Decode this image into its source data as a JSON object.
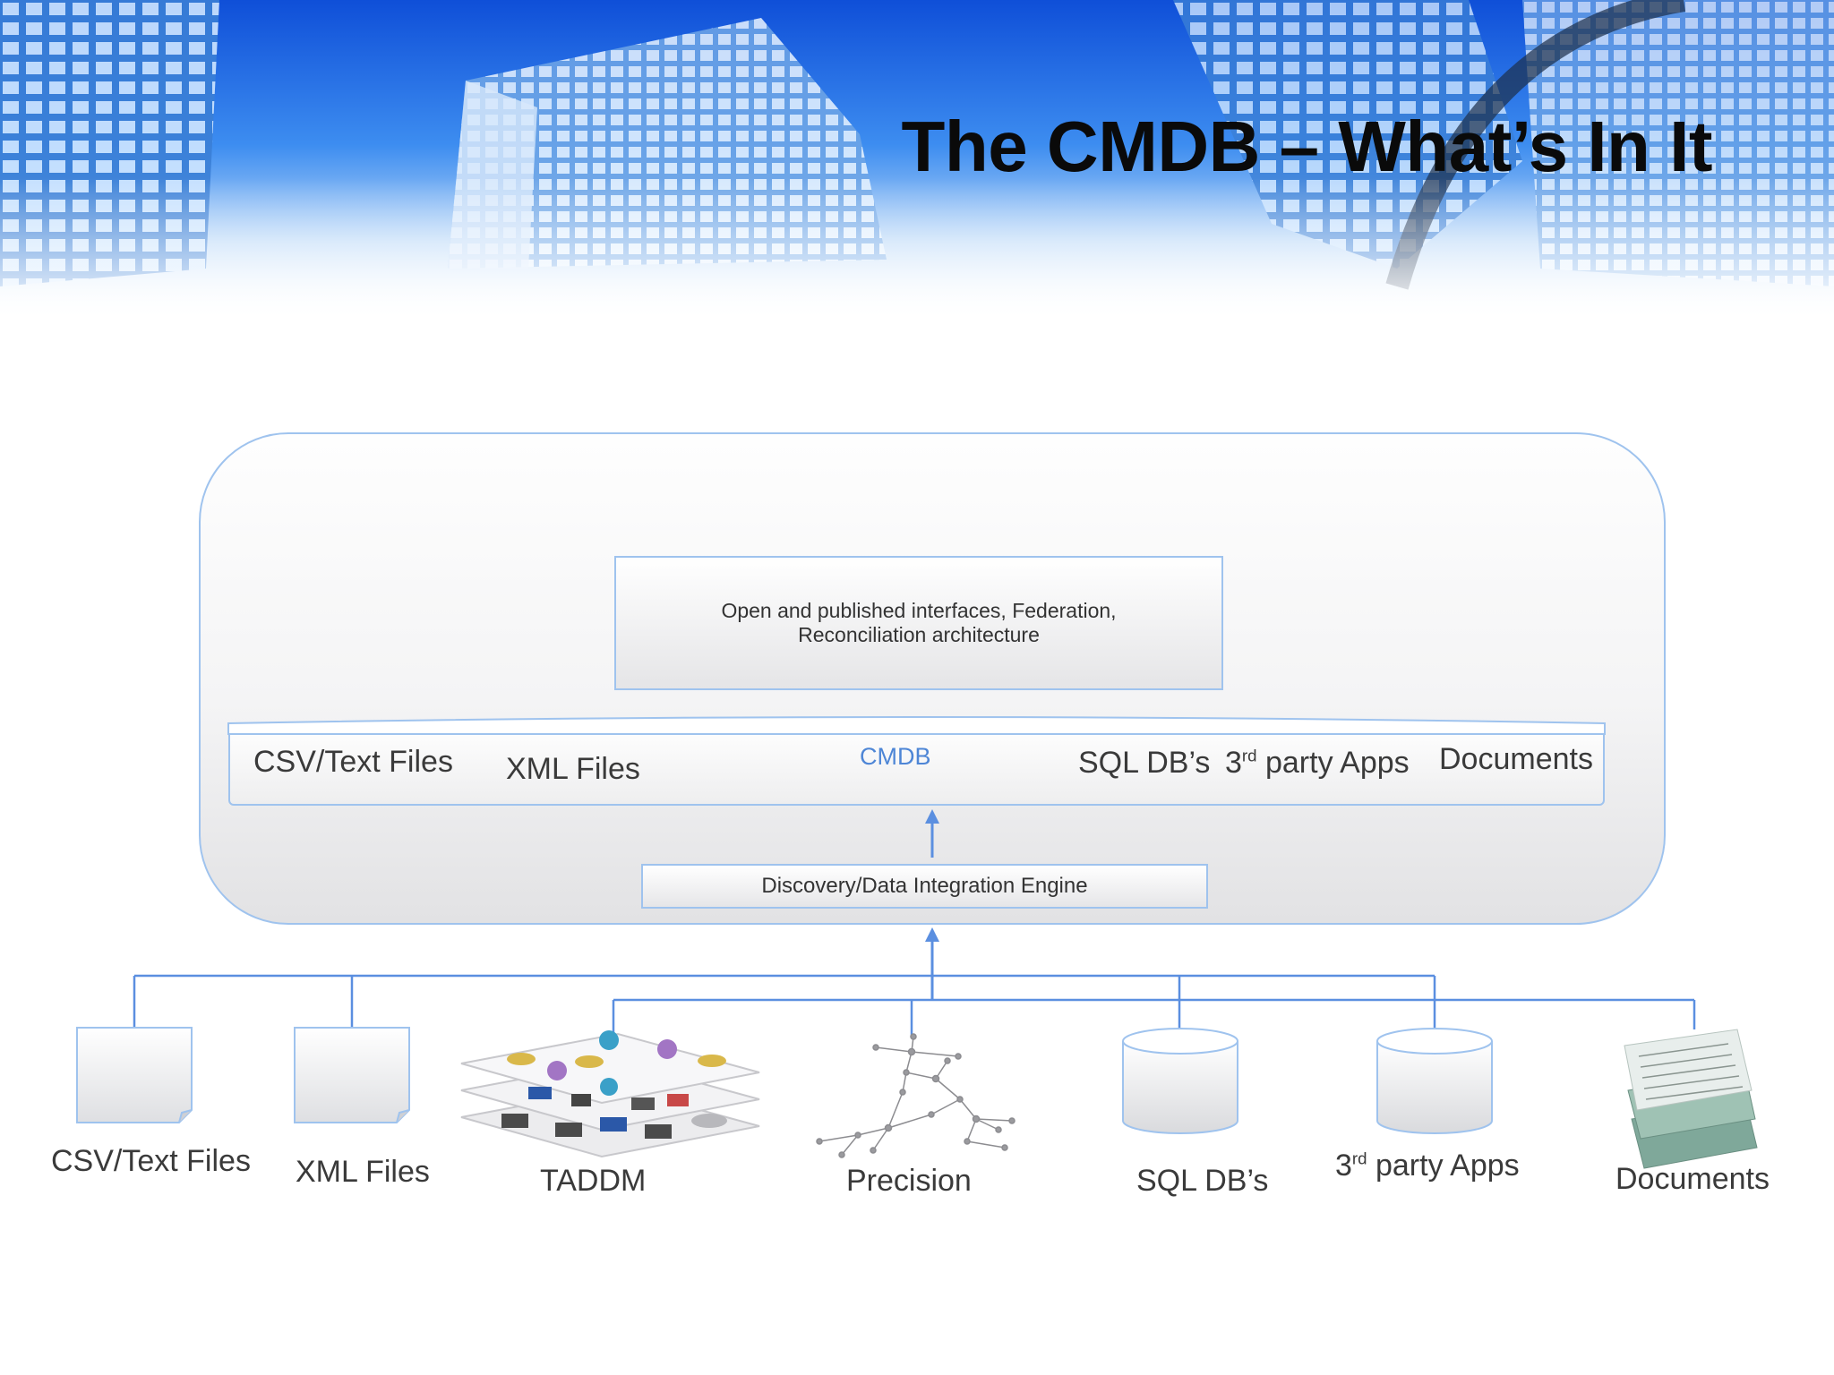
{
  "slide": {
    "title": "The CMDB – What’s In It"
  },
  "interface_box": {
    "text": "Open and published interfaces, Federation,\nReconciliation architecture"
  },
  "cmdb": {
    "label": "CMDB",
    "items": [
      {
        "text": "CSV/Text Files"
      },
      {
        "text": "XML Files"
      },
      {
        "text": "SQL DB’s"
      },
      {
        "prefix": "3",
        "sup": "rd",
        "rest": " party Apps"
      },
      {
        "text": "Documents"
      }
    ]
  },
  "engine": {
    "label": "Discovery/Data Integration Engine"
  },
  "sources": [
    {
      "label": "CSV/Text Files",
      "icon": "document-icon"
    },
    {
      "label": "XML Files",
      "icon": "document-icon"
    },
    {
      "label": "TADDM",
      "icon": "taddm-topology-icon"
    },
    {
      "label": "Precision",
      "icon": "network-graph-icon"
    },
    {
      "label": "SQL DB’s",
      "icon": "database-icon"
    },
    {
      "prefix": "3",
      "sup": "rd",
      "rest": " party Apps",
      "icon": "database-icon"
    },
    {
      "label": "Documents",
      "icon": "document-stack-icon"
    }
  ],
  "colors": {
    "connector": "#5b8fe0",
    "border": "#9fc3ee",
    "cmdb_label": "#4e86d6",
    "title": "#0a0a0a"
  }
}
